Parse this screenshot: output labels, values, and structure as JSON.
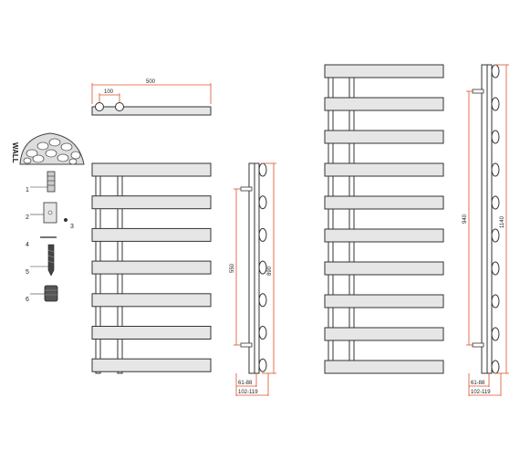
{
  "labels": {
    "wall": "WALL",
    "top_width": "500",
    "top_pipe_centres": "100",
    "small_height": "890",
    "small_pipe_centres": "550",
    "small_projection_1": "61-88",
    "small_projection_2": "102-119",
    "large_height": "1140",
    "large_pipe_centres": "940",
    "large_projection_1": "61-88",
    "large_projection_2": "102-119"
  },
  "fixings": [
    {
      "num": "1",
      "name": "wall-plug"
    },
    {
      "num": "2",
      "name": "bracket"
    },
    {
      "num": "3",
      "name": "bracket-screw"
    },
    {
      "num": "4",
      "name": "rod"
    },
    {
      "num": "5",
      "name": "screw"
    },
    {
      "num": "6",
      "name": "cap"
    }
  ],
  "colors": {
    "line": "#333333",
    "fill": "#e6e6e6",
    "dimension": "#e0502a",
    "wall": "#888888"
  }
}
